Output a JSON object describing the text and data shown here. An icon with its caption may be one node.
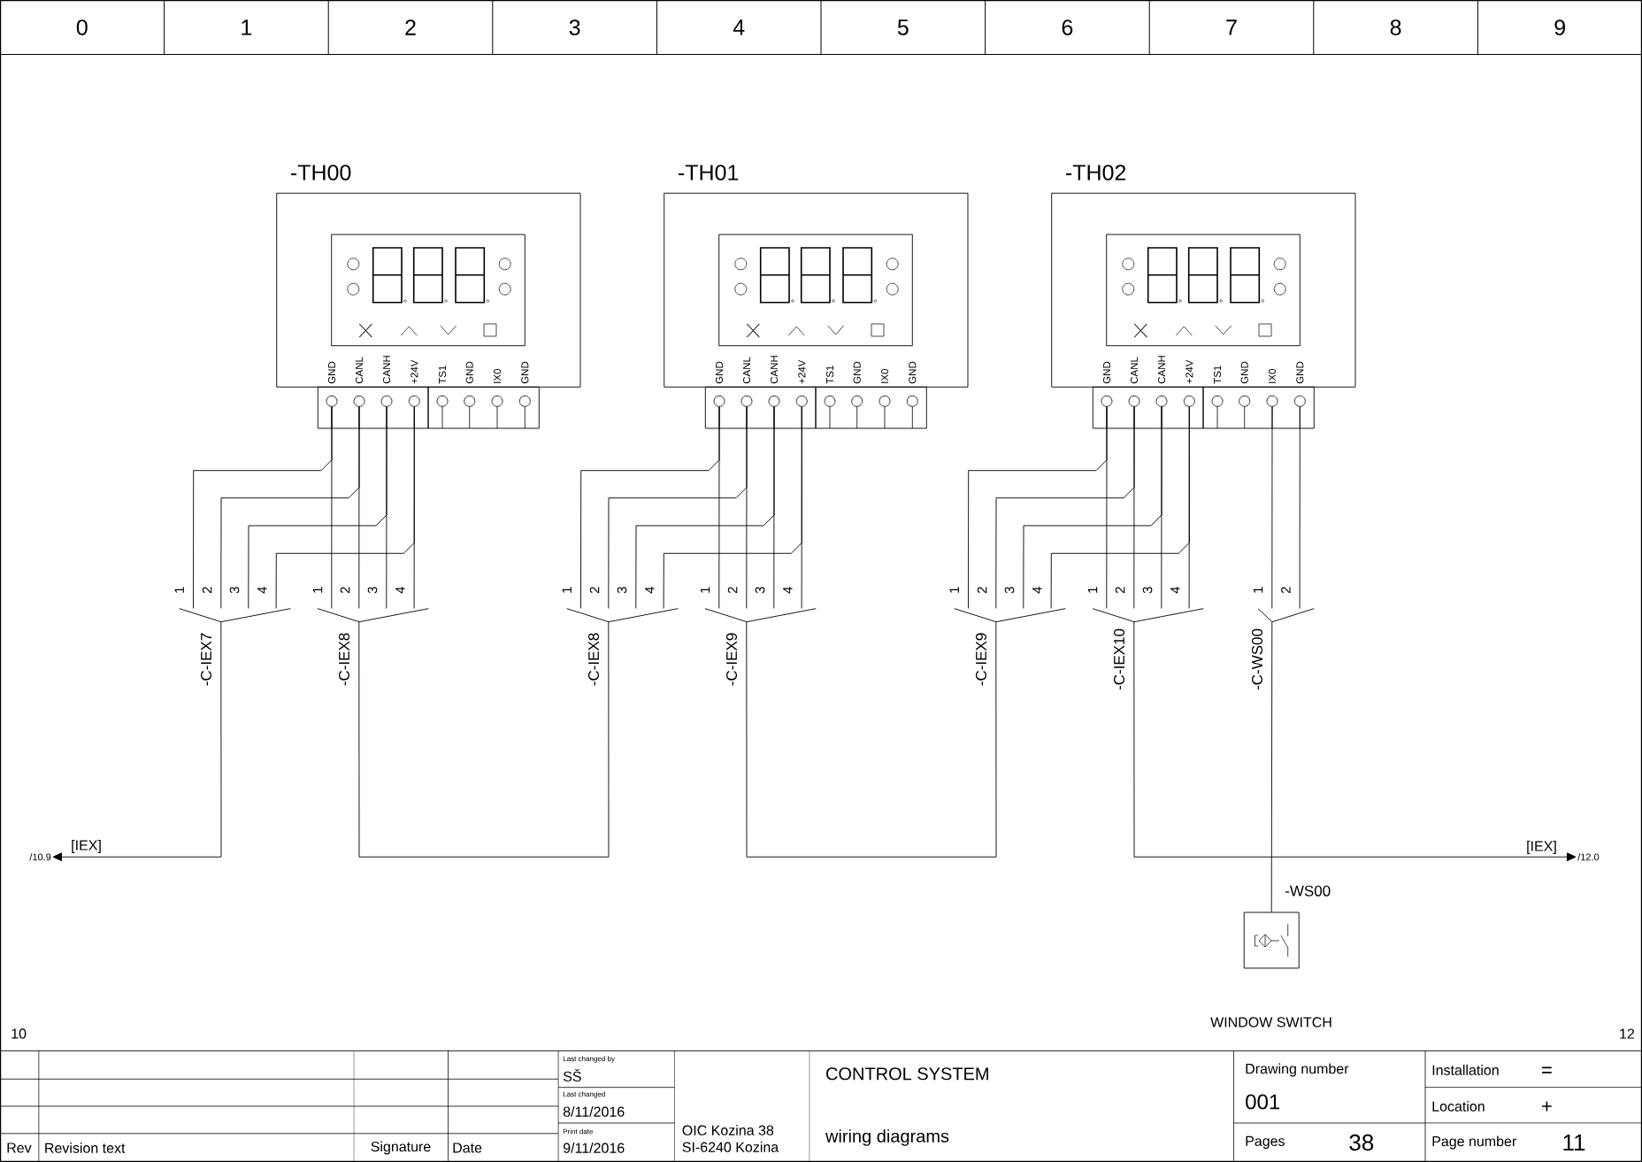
{
  "diagram": {
    "nodes": [
      {
        "text": [
          "-TH00"
        ]
      },
      {
        "text": [
          "GND"
        ]
      },
      {
        "text": [
          "CANL"
        ]
      },
      {
        "text": [
          "CANH"
        ]
      },
      {
        "text": [
          "+24V"
        ]
      },
      {
        "text": [
          "TS1"
        ]
      },
      {
        "text": [
          "GND"
        ]
      },
      {
        "text": [
          "IX0"
        ]
      },
      {
        "text": [
          "GND"
        ]
      },
      {
        "text": [
          "-TH01"
        ]
      },
      {
        "text": [
          "GND"
        ]
      },
      {
        "text": [
          "CANL"
        ]
      },
      {
        "text": [
          "CANH"
        ]
      },
      {
        "text": [
          "+24V"
        ]
      },
      {
        "text": [
          "TS1"
        ]
      },
      {
        "text": [
          "GND"
        ]
      },
      {
        "text": [
          "IX0"
        ]
      },
      {
        "text": [
          "GND"
        ]
      },
      {
        "text": [
          "-TH02"
        ]
      },
      {
        "text": [
          "GND"
        ]
      },
      {
        "text": [
          "CANL"
        ]
      },
      {
        "text": [
          "CANH"
        ]
      },
      {
        "text": [
          "+24V"
        ]
      },
      {
        "text": [
          "TS1"
        ]
      },
      {
        "text": [
          "GND"
        ]
      },
      {
        "text": [
          "IX0"
        ]
      },
      {
        "text": [
          "GND"
        ]
      },
      {
        "text": [
          "1",
          "2",
          "3",
          "4",
          "-C-IEX7"
        ]
      },
      {
        "text": [
          "1",
          "2",
          "3",
          "4",
          "-C-IEX8"
        ]
      },
      {
        "text": [
          "1",
          "2",
          "3",
          "4",
          "-C-IEX8"
        ]
      },
      {
        "text": [
          "1",
          "2",
          "3",
          "4",
          "-C-IEX9"
        ]
      },
      {
        "text": [
          "1",
          "2",
          "3",
          "4",
          "-C-IEX9"
        ]
      },
      {
        "text": [
          "1",
          "2",
          "3",
          "4",
          "-C-IEX10"
        ]
      },
      {
        "text": [
          "1",
          "2",
          "-C-WS00"
        ]
      },
      {
        "text": [
          "/10.9",
          "[IEX]"
        ]
      },
      {
        "text": [
          "/12.0",
          "[IEX]"
        ]
      },
      {
        "text": [
          "-WS00"
        ],
        "beside": [
          "WINDOW SWITCH"
        ]
      }
    ],
    "edges": [
      {
        "from": 1,
        "to": 27,
        "arrow": "none"
      },
      {
        "from": 1,
        "to": 28,
        "arrow": "none"
      },
      {
        "from": 2,
        "to": 27,
        "arrow": "none"
      },
      {
        "from": 2,
        "to": 28,
        "arrow": "none"
      },
      {
        "from": 3,
        "to": 27,
        "arrow": "none"
      },
      {
        "from": 3,
        "to": 28,
        "arrow": "none"
      },
      {
        "from": 4,
        "to": 27,
        "arrow": "none"
      },
      {
        "from": 4,
        "to": 28,
        "arrow": "none"
      },
      {
        "from": 10,
        "to": 29,
        "arrow": "none"
      },
      {
        "from": 10,
        "to": 30,
        "arrow": "none"
      },
      {
        "from": 11,
        "to": 29,
        "arrow": "none"
      },
      {
        "from": 11,
        "to": 30,
        "arrow": "none"
      },
      {
        "from": 12,
        "to": 29,
        "arrow": "none"
      },
      {
        "from": 12,
        "to": 30,
        "arrow": "none"
      },
      {
        "from": 13,
        "to": 29,
        "arrow": "none"
      },
      {
        "from": 13,
        "to": 30,
        "arrow": "none"
      },
      {
        "from": 19,
        "to": 31,
        "arrow": "none"
      },
      {
        "from": 19,
        "to": 32,
        "arrow": "none"
      },
      {
        "from": 20,
        "to": 31,
        "arrow": "none"
      },
      {
        "from": 20,
        "to": 32,
        "arrow": "none"
      },
      {
        "from": 21,
        "to": 31,
        "arrow": "none"
      },
      {
        "from": 21,
        "to": 32,
        "arrow": "none"
      },
      {
        "from": 22,
        "to": 31,
        "arrow": "none"
      },
      {
        "from": 22,
        "to": 32,
        "arrow": "none"
      },
      {
        "from": 25,
        "to": 33,
        "arrow": "none"
      },
      {
        "from": 26,
        "to": 33,
        "arrow": "none"
      },
      {
        "from": 27,
        "to": 34,
        "arrow": "to"
      },
      {
        "from": 28,
        "to": 29,
        "arrow": "none"
      },
      {
        "from": 30,
        "to": 31,
        "arrow": "none"
      },
      {
        "from": 32,
        "to": 35,
        "arrow": "to"
      },
      {
        "from": 33,
        "to": 36,
        "arrow": "none"
      }
    ],
    "labels": [
      "0",
      "1",
      "2",
      "3",
      "4",
      "5",
      "6",
      "7",
      "8",
      "9",
      "10",
      "12",
      "Last changed by",
      "SŠ",
      "CONTROL SYSTEM",
      "Drawing number",
      "Installation",
      "=",
      "Last changed",
      "8/11/2016",
      "001",
      "Location",
      "+",
      "Rev",
      "Revision text",
      "Signature",
      "Date",
      "Print date",
      "9/11/2016",
      "OIC Kozina 38",
      "SI-6240 Kozina",
      "wiring diagrams",
      "Pages",
      "38",
      "Page number",
      "11"
    ]
  }
}
